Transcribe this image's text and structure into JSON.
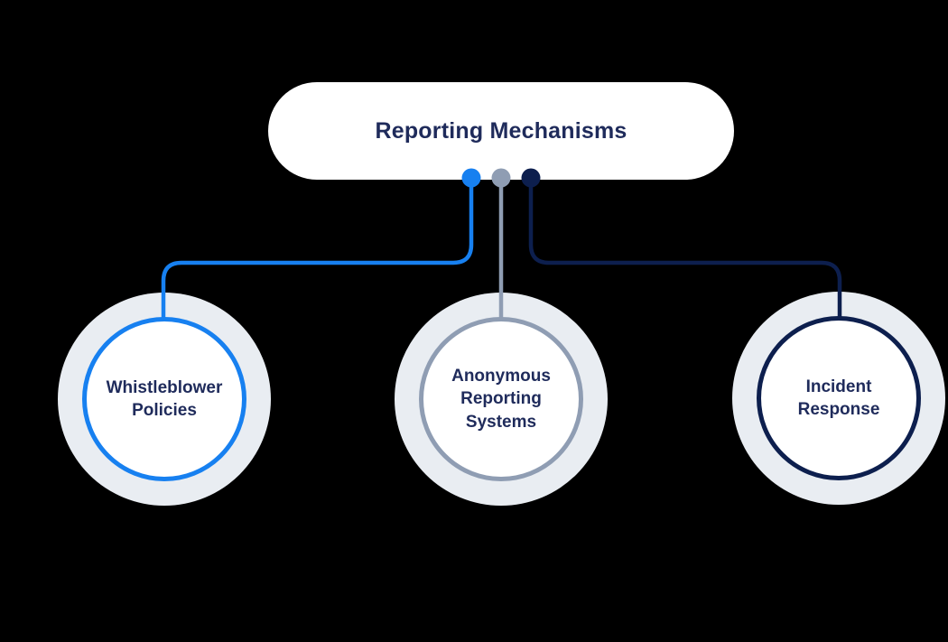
{
  "diagram": {
    "title": "Reporting Mechanisms",
    "root": {
      "label": "Reporting Mechanisms"
    },
    "children": [
      {
        "label": "Whistleblower Policies",
        "accent_color": "#1780f0",
        "position": "left"
      },
      {
        "label": "Anonymous Reporting Systems",
        "accent_color": "#8f9db3",
        "position": "center"
      },
      {
        "label": "Incident Response",
        "accent_color": "#0d1f4e",
        "position": "right"
      }
    ],
    "colors": {
      "connector_blue": "#1780f0",
      "connector_gray": "#8f9db3",
      "connector_navy": "#0d1f4e",
      "label_text": "#1f2b5b",
      "node_fill": "#ffffff",
      "node_halo": "#e9edf2",
      "root_fill": "#ffffff",
      "background": "#000000"
    }
  }
}
